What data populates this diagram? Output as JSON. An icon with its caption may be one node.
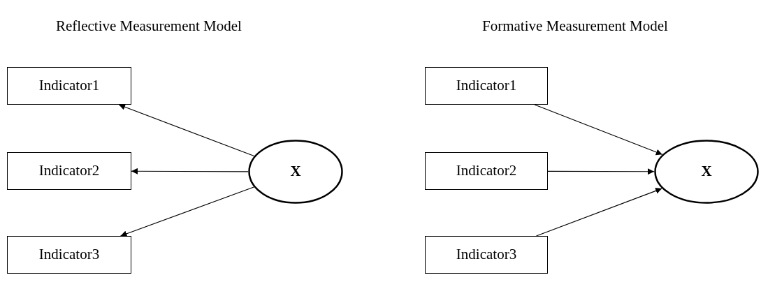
{
  "diagram": {
    "nodes": [
      {
        "text": [
          "Indicator1"
        ]
      },
      {
        "text": [
          "Indicator2"
        ]
      },
      {
        "text": [
          "Indicator3"
        ]
      },
      {
        "text": [
          "X"
        ]
      },
      {
        "text": [
          "Indicator1"
        ]
      },
      {
        "text": [
          "Indicator2"
        ]
      },
      {
        "text": [
          "Indicator3"
        ]
      },
      {
        "text": [
          "X"
        ]
      }
    ],
    "edges": [
      {
        "from": 3,
        "to": 0,
        "arrow": "to"
      },
      {
        "from": 3,
        "to": 1,
        "arrow": "to"
      },
      {
        "from": 3,
        "to": 2,
        "arrow": "to"
      },
      {
        "from": 4,
        "to": 7,
        "arrow": "to"
      },
      {
        "from": 5,
        "to": 7,
        "arrow": "to"
      },
      {
        "from": 6,
        "to": 7,
        "arrow": "to"
      }
    ],
    "labels": [
      "Reflective Measurement Model",
      "Formative Measurement Model"
    ]
  }
}
